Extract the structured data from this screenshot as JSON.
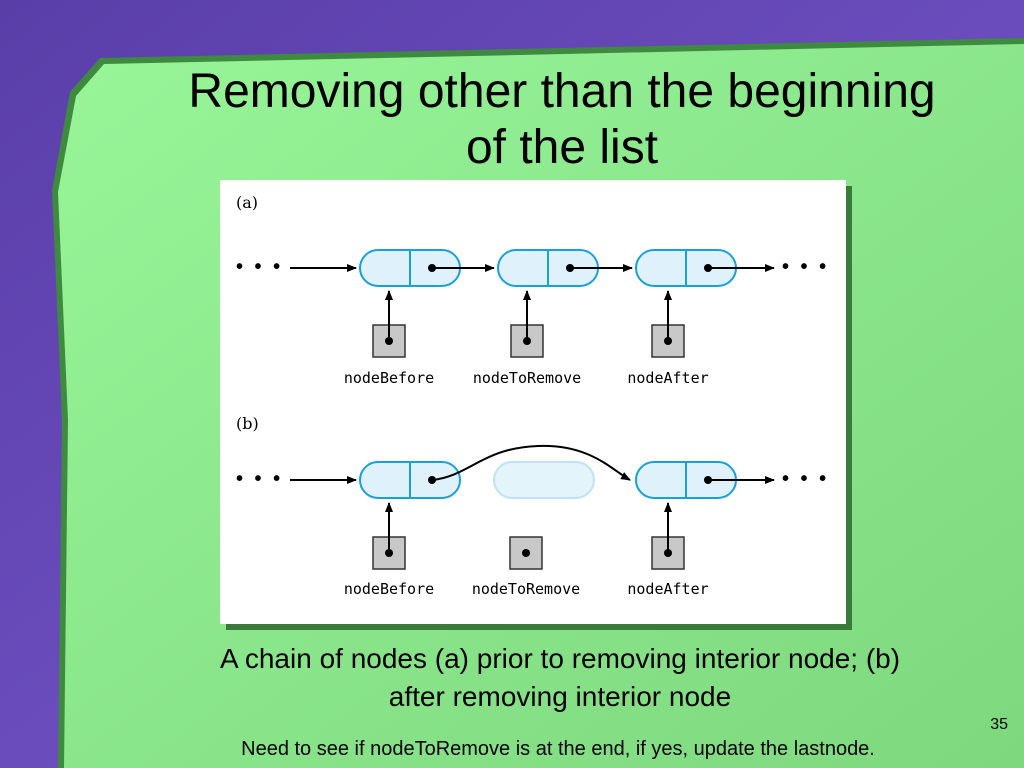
{
  "slide": {
    "title_line1": "Removing other than the beginning",
    "title_line2": "of the list",
    "caption_line1": "A chain of nodes (a) prior to removing interior node; (b)",
    "caption_line2": "after removing interior node",
    "note": "Need to see if nodeToRemove is at the end, if yes, update the lastnode.",
    "slide_number": "35"
  },
  "diagram": {
    "part_a": {
      "label": "(a)",
      "ellipsis_left": "• • •",
      "ellipsis_right": "• • •",
      "refs": [
        "nodeBefore",
        "nodeToRemove",
        "nodeAfter"
      ]
    },
    "part_b": {
      "label": "(b)",
      "ellipsis_left": "• • •",
      "ellipsis_right": "• • •",
      "refs": [
        "nodeBefore",
        "nodeToRemove",
        "nodeAfter"
      ]
    }
  },
  "colors": {
    "background_purple": "#6b4fbf",
    "slide_green": "#90ee90",
    "node_fill": "#dff1fb",
    "node_stroke": "#1aa0d8",
    "ref_box_fill": "#c8c8c8"
  }
}
